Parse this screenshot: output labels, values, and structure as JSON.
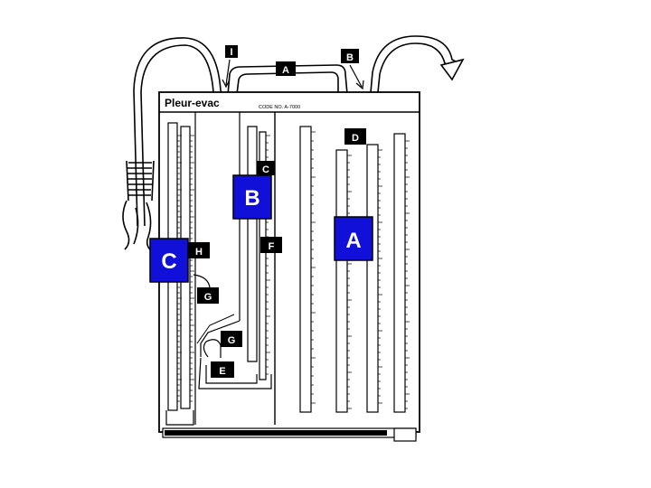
{
  "device": {
    "brand": "Pleur-evac",
    "code": "CODE NO. A-7000"
  },
  "labels": {
    "I": "I",
    "A_top": "A",
    "B_top": "B",
    "D": "D",
    "C_small": "C",
    "F": "F",
    "H": "H",
    "G_upper": "G",
    "G_lower": "G",
    "E": "E"
  },
  "callouts": {
    "A": "A",
    "B": "B",
    "C": "C"
  },
  "colors": {
    "callout_blue": "#1010d8",
    "callout_black": "#000000",
    "line": "#000000"
  }
}
